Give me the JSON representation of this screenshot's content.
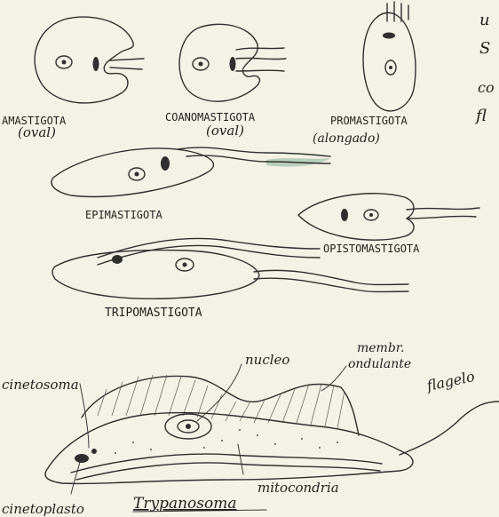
{
  "forms": [
    {
      "label": "AMASTIGOTA",
      "sub": "(oval)"
    },
    {
      "label": "COANOMASTIGOTA",
      "sub": "(oval)"
    },
    {
      "label": "PROMASTIGOTA",
      "sub": "(alongado)"
    },
    {
      "label": "EPIMASTIGOTA",
      "sub": ""
    },
    {
      "label": "OPISTOMASTIGOTA",
      "sub": ""
    },
    {
      "label": "TRIPOMASTIGOTA",
      "sub": ""
    }
  ],
  "trypanosoma": {
    "title": "Trypanosoma",
    "labels": {
      "cinetossoma": "cinetosoma",
      "nucleo": "nucleo",
      "membrana_line1": "membr.",
      "membrana_line2": "ondulante",
      "flagelo": "flagelo",
      "mitocondria": "mitocondria",
      "cinetoplasto": "cinetoplasto"
    }
  },
  "margin_text": [
    "u",
    "S",
    "co",
    "fl"
  ],
  "colors": {
    "paper": "#f4f1e6",
    "pencil": "#2f2f2f",
    "highlight": "#6fa58a"
  }
}
